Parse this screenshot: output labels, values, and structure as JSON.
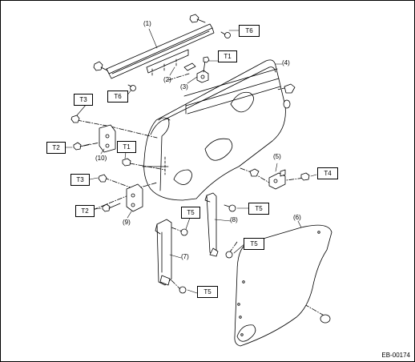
{
  "figure_code": "EB-00174",
  "parts": {
    "p1": "(1)",
    "p2": "(2)",
    "p3": "(3)",
    "p4": "(4)",
    "p5": "(5)",
    "p6": "(6)",
    "p7": "(7)",
    "p8": "(8)",
    "p9": "(9)",
    "p10": "(10)"
  },
  "torque": {
    "t1a": "T1",
    "t1b": "T1",
    "t2a": "T2",
    "t2b": "T2",
    "t3a": "T3",
    "t3b": "T3",
    "t4": "T4",
    "t5a": "T5",
    "t5b": "T5",
    "t5c": "T5",
    "t5d": "T5",
    "t6a": "T6",
    "t6b": "T6"
  }
}
